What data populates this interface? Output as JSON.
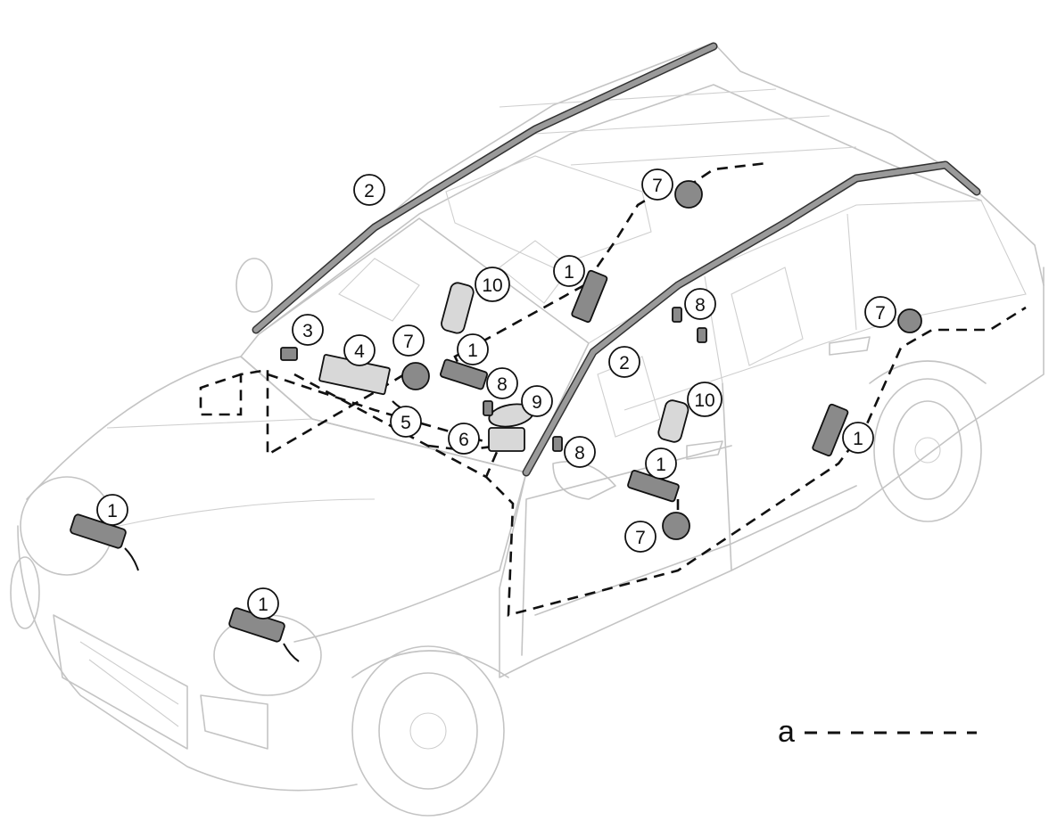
{
  "callouts": [
    {
      "label": "1"
    },
    {
      "label": "1"
    },
    {
      "label": "1"
    },
    {
      "label": "1"
    },
    {
      "label": "1"
    },
    {
      "label": "1"
    },
    {
      "label": "2"
    },
    {
      "label": "2"
    },
    {
      "label": "3"
    },
    {
      "label": "4"
    },
    {
      "label": "5"
    },
    {
      "label": "6"
    },
    {
      "label": "7"
    },
    {
      "label": "7"
    },
    {
      "label": "7"
    },
    {
      "label": "7"
    },
    {
      "label": "8"
    },
    {
      "label": "8"
    },
    {
      "label": "8"
    },
    {
      "label": "9"
    },
    {
      "label": "10"
    },
    {
      "label": "10"
    }
  ],
  "legend": {
    "label": "a"
  }
}
